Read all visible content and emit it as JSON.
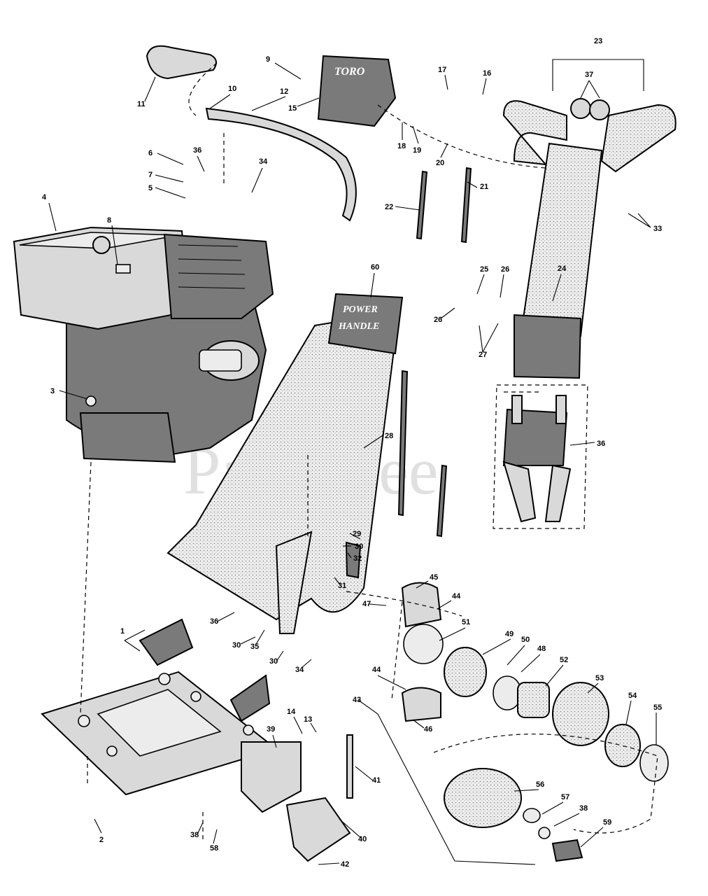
{
  "watermark": "PartsTree",
  "decals": {
    "hood_brand": "TORO",
    "handle_line1": "POWER",
    "handle_line2": "HANDLE"
  },
  "callouts": [
    "1",
    "2",
    "3",
    "4",
    "5",
    "6",
    "7",
    "8",
    "9",
    "10",
    "11",
    "12",
    "13",
    "14",
    "15",
    "16",
    "17",
    "18",
    "19",
    "20",
    "21",
    "22",
    "23",
    "24",
    "25",
    "26",
    "26",
    "27",
    "28",
    "29",
    "30",
    "30",
    "30",
    "31",
    "32",
    "33",
    "34",
    "34",
    "35",
    "36",
    "36",
    "36",
    "37",
    "38",
    "38",
    "39",
    "40",
    "41",
    "42",
    "43",
    "44",
    "44",
    "45",
    "46",
    "47",
    "48",
    "49",
    "50",
    "51",
    "52",
    "53",
    "54",
    "55",
    "56",
    "57",
    "58",
    "59",
    "60"
  ]
}
